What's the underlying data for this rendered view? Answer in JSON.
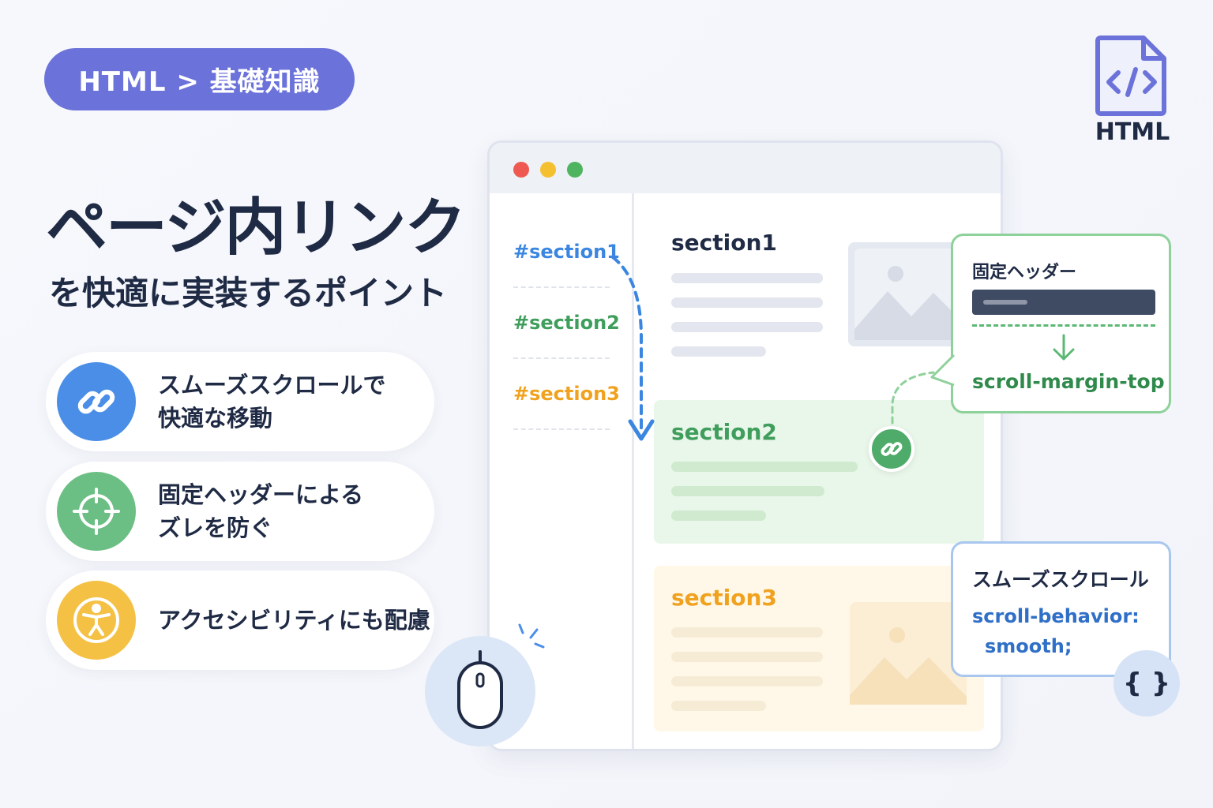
{
  "breadcrumb": "HTML > 基礎知識",
  "file_badge": {
    "icon_glyph": "</>",
    "label": "HTML"
  },
  "title": "ページ内リンク",
  "subtitle": "を快適に実装するポイント",
  "features": [
    {
      "icon": "link-icon",
      "color": "#4a8ee8",
      "line1": "スムーズスクロールで",
      "line2": "快適な移動"
    },
    {
      "icon": "crosshair-icon",
      "color": "#6cbf84",
      "line1": "固定ヘッダーによる",
      "line2": "ズレを防ぐ"
    },
    {
      "icon": "accessibility-icon",
      "color": "#f5c145",
      "line1": "アクセシビリティにも配慮",
      "line2": ""
    }
  ],
  "browser": {
    "nav": [
      {
        "label": "#section1",
        "color": "#3a86e0"
      },
      {
        "label": "#section2",
        "color": "#3f9e5c"
      },
      {
        "label": "#section3",
        "color": "#f0a21f"
      }
    ],
    "sections": [
      {
        "title": "section1",
        "color": "#1f2a44",
        "bg": "#ffffff"
      },
      {
        "title": "section2",
        "color": "#3f9e5c",
        "bg": "#e9f6ea"
      },
      {
        "title": "section3",
        "color": "#f0a21f",
        "bg": "#fff8e8"
      }
    ]
  },
  "callout_header": {
    "heading": "固定ヘッダー",
    "property": "scroll-margin-top",
    "color": "#8fd19a"
  },
  "callout_scroll": {
    "heading": "スムーズスクロール",
    "code_line1": "scroll-behavior:",
    "code_line2": "smooth;",
    "color": "#a9c7ee",
    "braces": "{ }"
  },
  "colors": {
    "accent": "#6b72d9",
    "blue": "#3a86e0",
    "green": "#3f9e5c",
    "orange": "#f0a21f",
    "text": "#1f2a44"
  }
}
